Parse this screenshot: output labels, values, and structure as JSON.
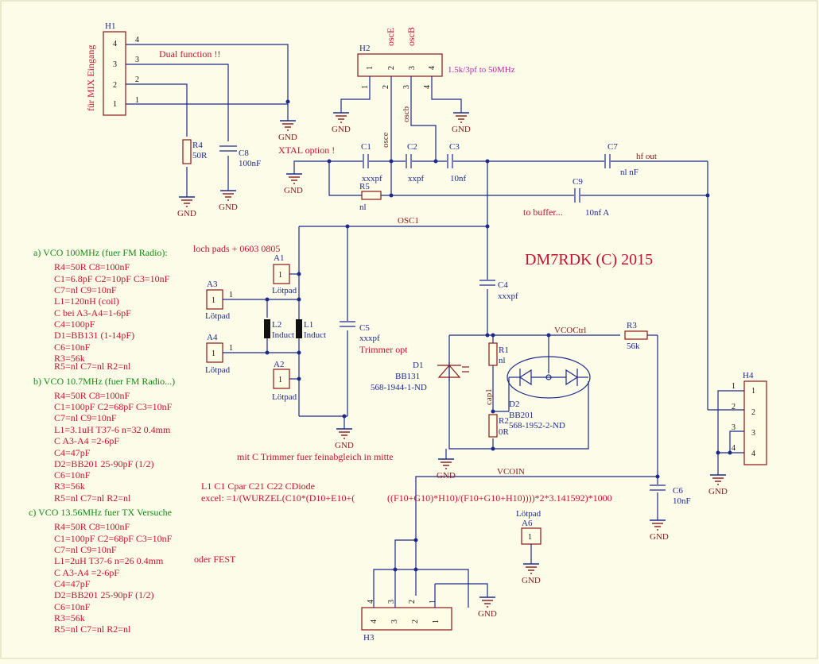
{
  "title": "DM7RDK (C) 2015",
  "components": {
    "H1": {
      "ref": "H1",
      "side": "für MIX Eingang",
      "pins": [
        "4",
        "3",
        "2",
        "1"
      ],
      "note": "Dual function !!"
    },
    "H2": {
      "ref": "H2",
      "pins": [
        "1",
        "2",
        "3",
        "4"
      ],
      "top": [
        "oscE",
        "oscB"
      ],
      "note": "1.5k/3pf to 50MHz"
    },
    "H3": {
      "ref": "H3",
      "pins": [
        "4",
        "3",
        "2",
        "1"
      ]
    },
    "H4": {
      "ref": "H4",
      "pins": [
        "1",
        "2",
        "3",
        "4"
      ]
    },
    "R4": {
      "ref": "R4",
      "val": "50R"
    },
    "C8": {
      "ref": "C8",
      "val": "100nF"
    },
    "C1": {
      "ref": "C1",
      "val": "xxxpf"
    },
    "C2": {
      "ref": "C2",
      "val": "xxpf"
    },
    "C3": {
      "ref": "C3",
      "val": "10nf"
    },
    "C7": {
      "ref": "C7",
      "val": "nl nF"
    },
    "C9": {
      "ref": "C9",
      "val": "10nf A"
    },
    "R5": {
      "ref": "R5",
      "val": "nl"
    },
    "C4": {
      "ref": "C4",
      "val": "xxxpf"
    },
    "C5": {
      "ref": "C5",
      "val": "xxxpf"
    },
    "R1": {
      "ref": "R1",
      "val": "nl"
    },
    "R2": {
      "ref": "R2",
      "val": "0R"
    },
    "R3": {
      "ref": "R3",
      "val": "56k"
    },
    "C6": {
      "ref": "C6",
      "val": "10nF"
    },
    "D1": {
      "ref": "D1",
      "val": "BB131",
      "part": "568-1944-1-ND"
    },
    "D2": {
      "ref": "D2",
      "val": "BB201",
      "part": "568-1952-2-ND"
    },
    "L1": {
      "ref": "L1",
      "val": "Induct"
    },
    "L2": {
      "ref": "L2",
      "val": "Induct"
    },
    "A1": {
      "ref": "A1",
      "val": "Lötpad",
      "pin": "1"
    },
    "A2": {
      "ref": "A2",
      "val": "Lötpad",
      "pin": "1"
    },
    "A3": {
      "ref": "A3",
      "val": "Lötpad",
      "pin": "1"
    },
    "A4": {
      "ref": "A4",
      "val": "Lötpad",
      "pin": "1"
    },
    "A6": {
      "ref": "A6",
      "val": "Lötpad",
      "pin": "1"
    }
  },
  "nets": {
    "gnd": "GND",
    "osc1": "OSC1",
    "vcoctrl": "VCOCtrl",
    "vcoin": "VCOIN",
    "hfout": "hf out",
    "osce": "osce",
    "oscb": "oscb",
    "cap1": "cap1",
    "pin1": "1",
    "pin2": "2",
    "pin3": "3",
    "pin4": "4"
  },
  "notes": {
    "xtal": "XTAL option !",
    "buffer": "to buffer...",
    "lochpads": "loch pads + 0603 0805",
    "trimmer": "Trimmer opt",
    "trimmer2": "mit C Trimmer fuer feinabgleich in mitte",
    "formula1": "L1 C1 Cpar C21 C22 CDiode",
    "formula2": "excel: =1/(WURZEL(C10*(D10+E10+(",
    "formula3": "((F10+G10)*H10)/(F10+G10+H10))))*2*3.141592)*1000",
    "oderfest": "oder FEST"
  },
  "vco_a": {
    "title": "a) VCO 100MHz (fuer FM Radio):",
    "lines": [
      "R4=50R C8=100nF",
      "C1=6.8pF C2=10pF C3=10nF",
      "C7=nl C9=10nF",
      "L1=120nH (coil)",
      "C bei A3-A4=1-6pF",
      "C4=100pF",
      "D1=BB131 (1-14pF)",
      "C6=10nF",
      "R3=56k"
    ],
    "last": "R5=nl C7=nl R2=nl"
  },
  "vco_b": {
    "title": "b) VCO 10.7MHz (fuer FM Radio...)",
    "lines": [
      "R4=50R C8=100nF",
      "C1=100pF C2=68pF C3=10nF",
      "C7=nl C9=10nF",
      "L1=3.1uH  T37-6 n=32  0.4mm",
      "C A3-A4 =2-6pF",
      "C4=47pF",
      "D2=BB201 25-90pF (1/2)",
      "C6=10nF",
      "R3=56k"
    ],
    "last": "R5=nl C7=nl R2=nl"
  },
  "vco_c": {
    "title": "c) VCO 13.56MHz fuer TX Versuche",
    "lines": [
      "R4=50R C8=100nF",
      "C1=100pF C2=68pF C3=10nF",
      "C7=nl C9=10nF",
      "L1=2uH  T37-6 n=26  0.4mm",
      "C A3-A4 =2-6pF",
      "C4=47pF",
      "D2=BB201 25-90pF (1/2)",
      "C6=10nF",
      "R3=56k"
    ],
    "last": "R5=nl C7=nl R2=nl"
  }
}
